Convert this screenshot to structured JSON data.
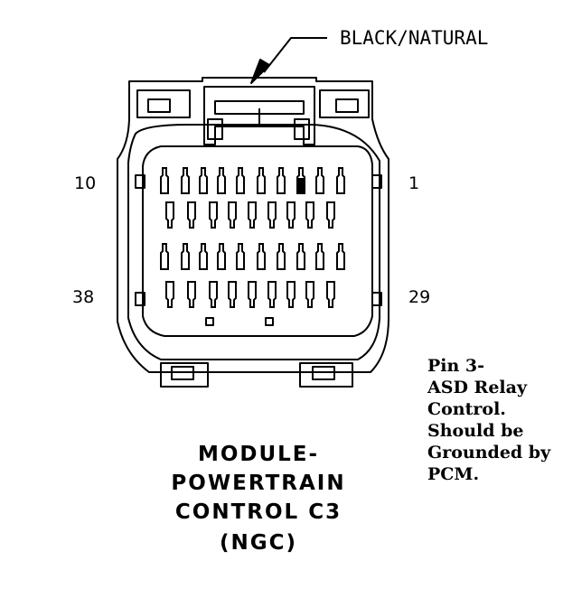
{
  "callout": {
    "label": "BLACK/NATURAL"
  },
  "pins": {
    "top_left": "10",
    "top_right": "1",
    "bottom_left": "38",
    "bottom_right": "29"
  },
  "title": {
    "lines": [
      "MODULE-",
      "POWERTRAIN",
      "CONTROL C3",
      "(NGC)"
    ]
  },
  "note": {
    "lines": [
      "Pin 3-",
      "ASD Relay",
      "Control.",
      "Should be",
      "Grounded by",
      "PCM."
    ]
  },
  "colors": {
    "ink": "#000000",
    "paper": "#ffffff"
  }
}
